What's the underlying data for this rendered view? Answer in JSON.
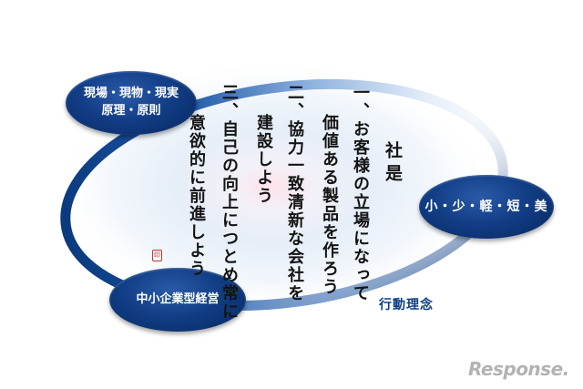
{
  "nodes": {
    "top_left": {
      "line1": "現場・現物・現実",
      "line2": "原理・原則"
    },
    "bottom_left": {
      "label": "中小企業型経営"
    },
    "right": {
      "label": "小・少・軽・短・美"
    }
  },
  "creed": {
    "title": "社是",
    "item1_line1": "一、お客様の立場になって",
    "item1_line2": "価値ある製品を作ろう",
    "item2_line1": "二、協力一致清新な会社を",
    "item2_line2": "建設しよう",
    "item3_line1": "三、自己の向上につとめ常に",
    "item3_line2": "意欲的に前進しよう"
  },
  "seal_text": "印",
  "caption": "行動理念",
  "brand": "Response.",
  "colors": {
    "ring_dark": "#0b3a7e",
    "ring_light": "#dbe8f6",
    "node_fill": "#123e86",
    "caption": "#0f3c80"
  }
}
